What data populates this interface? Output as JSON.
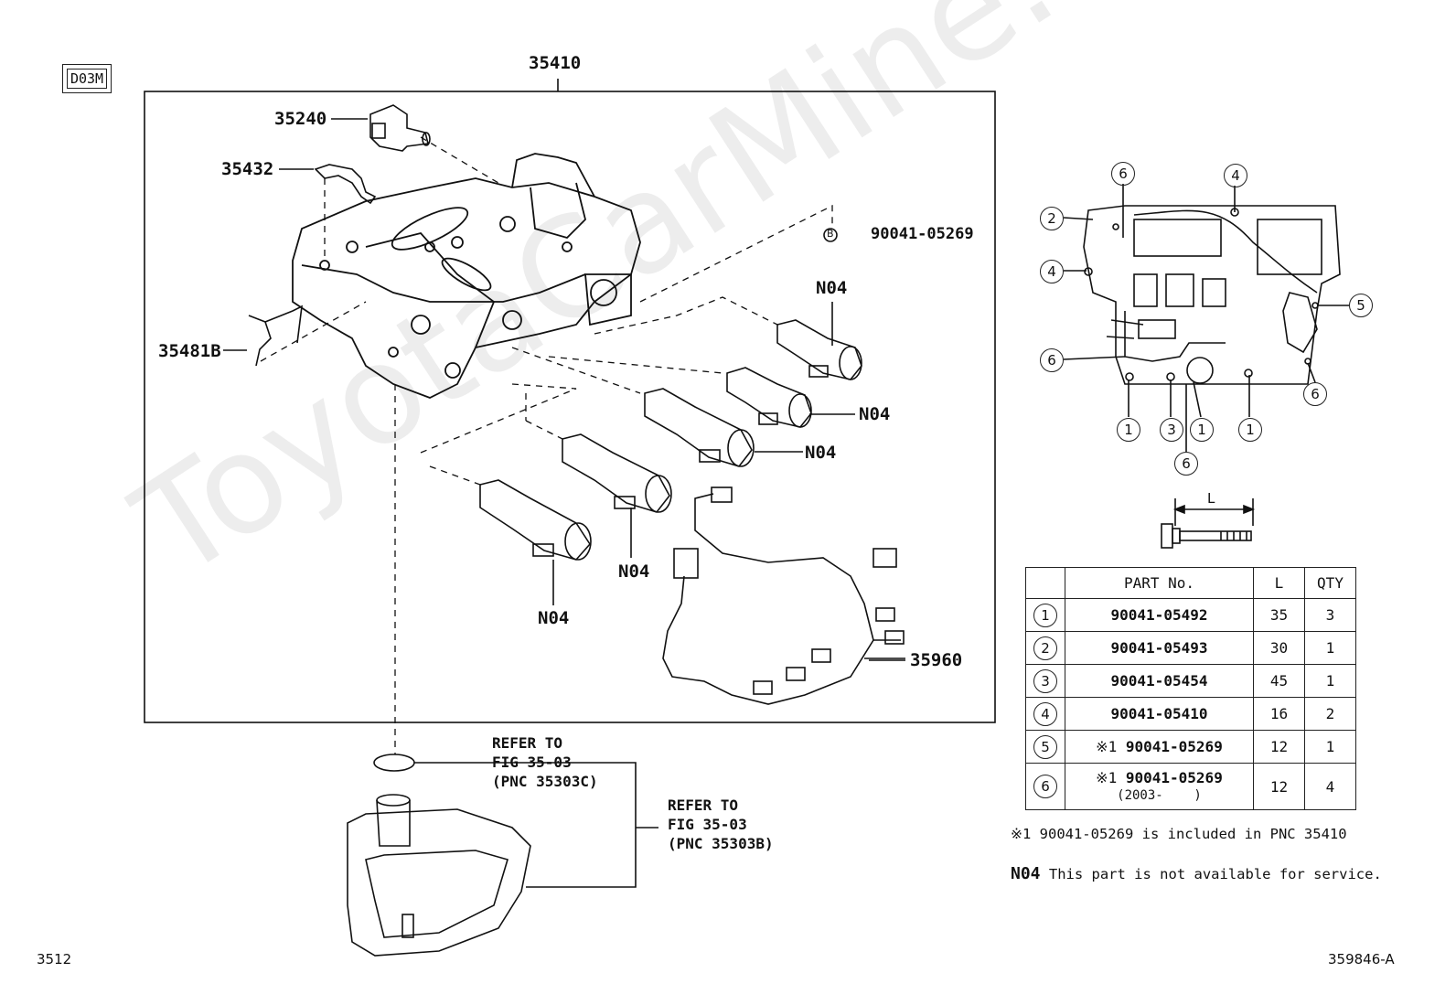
{
  "tag": "D03M",
  "watermark": "ToyotaCarMine.ru",
  "page_left": "3512",
  "page_right": "359846-A",
  "labels": {
    "assembly": "35410",
    "sensor": "35240",
    "bracket": "35432",
    "spring": "35481B",
    "bolt_b": "90041-05269",
    "bolt_b_mark": "B",
    "harness": "35960",
    "n04": "N04"
  },
  "refer1": [
    "REFER TO",
    "FIG 35-03",
    "(PNC 35303C)"
  ],
  "refer2": [
    "REFER TO",
    "FIG 35-03",
    "(PNC 35303B)"
  ],
  "bolt_dim": "L",
  "callouts": [
    "6",
    "4",
    "2",
    "4",
    "5",
    "6",
    "6",
    "1",
    "3",
    "1",
    "1",
    "6"
  ],
  "table": {
    "headers": [
      "PART No.",
      "L",
      "QTY"
    ],
    "rows": [
      {
        "num": "1",
        "mark": "",
        "part": "90041-05492",
        "sub": "",
        "L": "35",
        "qty": "3"
      },
      {
        "num": "2",
        "mark": "",
        "part": "90041-05493",
        "sub": "",
        "L": "30",
        "qty": "1"
      },
      {
        "num": "3",
        "mark": "",
        "part": "90041-05454",
        "sub": "",
        "L": "45",
        "qty": "1"
      },
      {
        "num": "4",
        "mark": "",
        "part": "90041-05410",
        "sub": "",
        "L": "16",
        "qty": "2"
      },
      {
        "num": "5",
        "mark": "※1",
        "part": "90041-05269",
        "sub": "",
        "L": "12",
        "qty": "1"
      },
      {
        "num": "6",
        "mark": "※1",
        "part": "90041-05269",
        "sub": "(2003-    )",
        "L": "12",
        "qty": "4"
      }
    ]
  },
  "footnote1": "※1 90041-05269 is included in PNC 35410",
  "footnote2_code": "N04",
  "footnote2_text": "This part is not available for service."
}
